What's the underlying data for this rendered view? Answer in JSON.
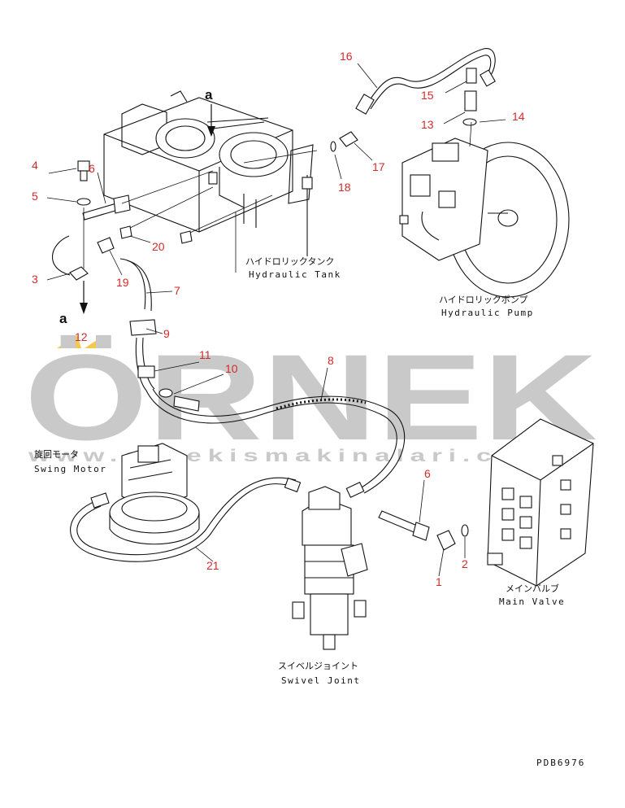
{
  "watermark": {
    "main": "ÖRNEK",
    "url": "www.ornekismakinalari.com.tr"
  },
  "callouts": [
    "1",
    "2",
    "3",
    "4",
    "5",
    "6",
    "6",
    "7",
    "8",
    "9",
    "10",
    "11",
    "12",
    "13",
    "14",
    "15",
    "16",
    "17",
    "18",
    "19",
    "20",
    "21"
  ],
  "components": {
    "hydraulic_tank": {
      "jp": "ハイドロリックタンク",
      "en": "Hydraulic Tank"
    },
    "hydraulic_pump": {
      "jp": "ハイドロリックポンプ",
      "en": "Hydraulic Pump"
    },
    "swing_motor": {
      "jp": "旋回モータ",
      "en": "Swing Motor"
    },
    "main_valve": {
      "jp": "メインバルブ",
      "en": "Main Valve"
    },
    "swivel_joint": {
      "jp": "スイベルジョイント",
      "en": "Swivel Joint"
    }
  },
  "view_arrows": [
    "a",
    "a"
  ],
  "drawing_code": "PDB6976",
  "colors": {
    "callout": "#d42a2a",
    "line": "#111111",
    "watermark": "#c9c9c9",
    "accent": "#f2c94c"
  }
}
